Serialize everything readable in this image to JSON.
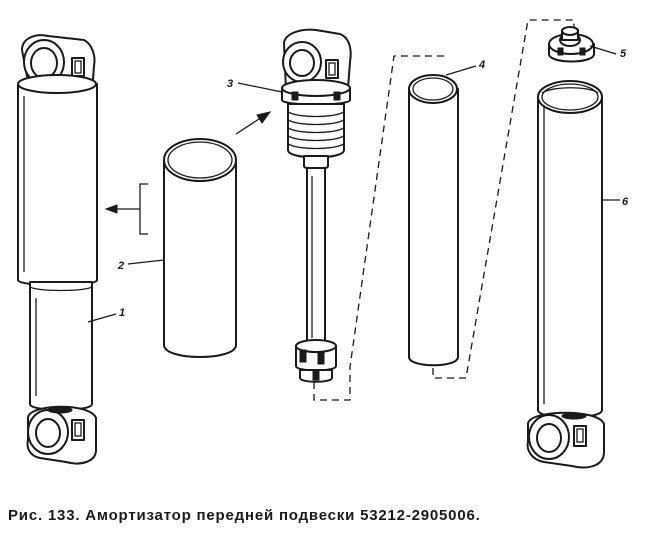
{
  "figure": {
    "caption": "Рис. 133. Амортизатор передней подвески 53212-2905006.",
    "callouts": [
      "1",
      "2",
      "3",
      "4",
      "5",
      "6"
    ]
  },
  "parts": [
    {
      "callout": "1",
      "icon": "assembled-shock-absorber"
    },
    {
      "callout": "2",
      "icon": "protective-casing-cylinder"
    },
    {
      "callout": "3",
      "icon": "piston-rod-with-upper-eye"
    },
    {
      "callout": "4",
      "icon": "working-cylinder"
    },
    {
      "callout": "5",
      "icon": "bottom-valve"
    },
    {
      "callout": "6",
      "icon": "reservoir-with-lower-eye"
    }
  ],
  "colors": {
    "ink": "#1a1a1a",
    "paper": "#ffffff"
  }
}
